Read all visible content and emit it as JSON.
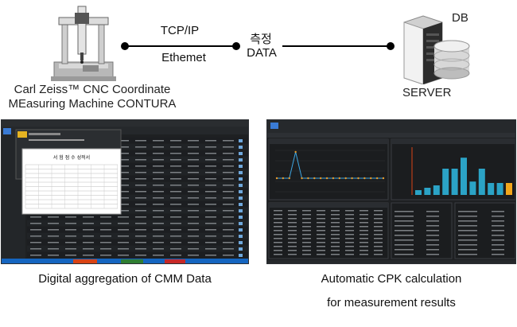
{
  "diagram": {
    "cmm_label_line1": "Carl Zeiss™ CNC Coordinate",
    "cmm_label_line2": "MEasuring Machine CONTURA",
    "protocol_top": "TCP/IP",
    "protocol_bottom": "Ethemet",
    "data_label_kr": "측정",
    "data_label_en": "DATA",
    "db_label": "DB",
    "server_label": "SERVER"
  },
  "screens": {
    "left": {
      "report_title": "서 험 점 수 성적서"
    },
    "right": {
      "bar_values": [
        0.1,
        0.15,
        0.2,
        0.55,
        0.55,
        0.78,
        0.28,
        0.55,
        0.25,
        0.25,
        0.25
      ],
      "bar_highlight_index": 10,
      "line_values": [
        0.35,
        0.35,
        0.35,
        0.9,
        0.35,
        0.35,
        0.35,
        0.35,
        0.35,
        0.35,
        0.35,
        0.35,
        0.35,
        0.35,
        0.35,
        0.35,
        0.35,
        0.35
      ],
      "colors": {
        "bar": "#2ba3c6",
        "bar_highlight": "#f2a71b",
        "line": "#3da5e0",
        "marker": "#e89a2a"
      }
    }
  },
  "captions": {
    "left": "Digital aggregation of CMM Data",
    "right_line1": "Automatic CPK calculation",
    "right_line2": "for measurement results"
  }
}
